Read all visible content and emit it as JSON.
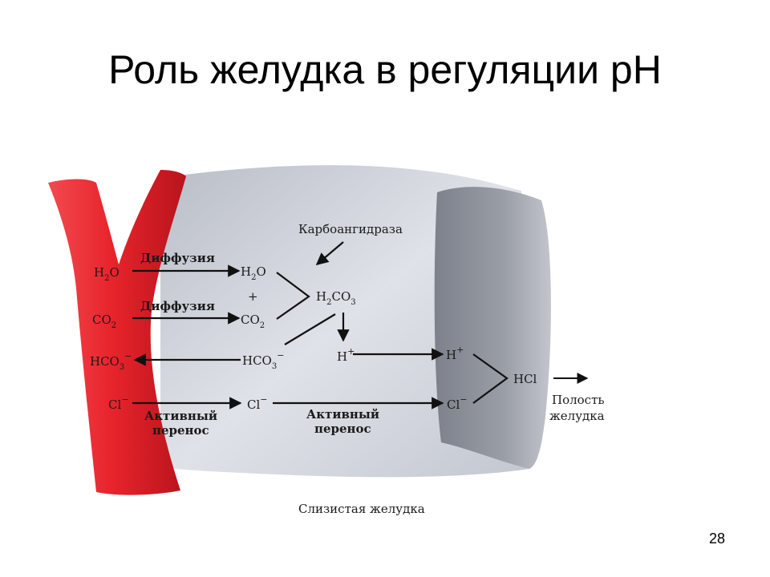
{
  "slide": {
    "title": "Роль желудка в регуляции pH",
    "page_number": "28"
  },
  "diagram": {
    "enzyme": "Карбоангидраза",
    "diffusion_1": "Диффузия",
    "diffusion_2": "Диффузия",
    "active_transport_1_line1": "Активный",
    "active_transport_1_line2": "перенос",
    "active_transport_2_line1": "Активный",
    "active_transport_2_line2": "перенос",
    "blood": {
      "h2o": {
        "main": "H",
        "sub": "2",
        "tail": "O"
      },
      "co2": {
        "main": "CO",
        "sub": "2"
      },
      "hco3": {
        "main": "HCO",
        "sub": "3",
        "sup": "−"
      },
      "cl": {
        "main": "Cl",
        "sup": "−"
      }
    },
    "cell": {
      "h2o": {
        "main": "H",
        "sub": "2",
        "tail": "O"
      },
      "plus": "+",
      "co2": {
        "main": "CO",
        "sub": "2"
      },
      "h2co3": {
        "main": "H",
        "sub": "2",
        "tail": "CO",
        "sub2": "3"
      },
      "hco3": {
        "main": "HCO",
        "sub": "3",
        "sup": "−"
      },
      "h": {
        "main": "H",
        "sup": "+"
      },
      "cl": {
        "main": "Cl",
        "sup": "−"
      }
    },
    "lumen": {
      "h": {
        "main": "H",
        "sup": "+"
      },
      "cl": {
        "main": "Cl",
        "sup": "−"
      },
      "hcl": "HCl",
      "cavity_line1": "Полость",
      "cavity_line2": "желудка"
    },
    "caption": "Слизистая желудка",
    "colors": {
      "vessel": "#e8242c",
      "mucosa": "#c9cdd6",
      "lumen_block": "#8b8f99"
    }
  }
}
